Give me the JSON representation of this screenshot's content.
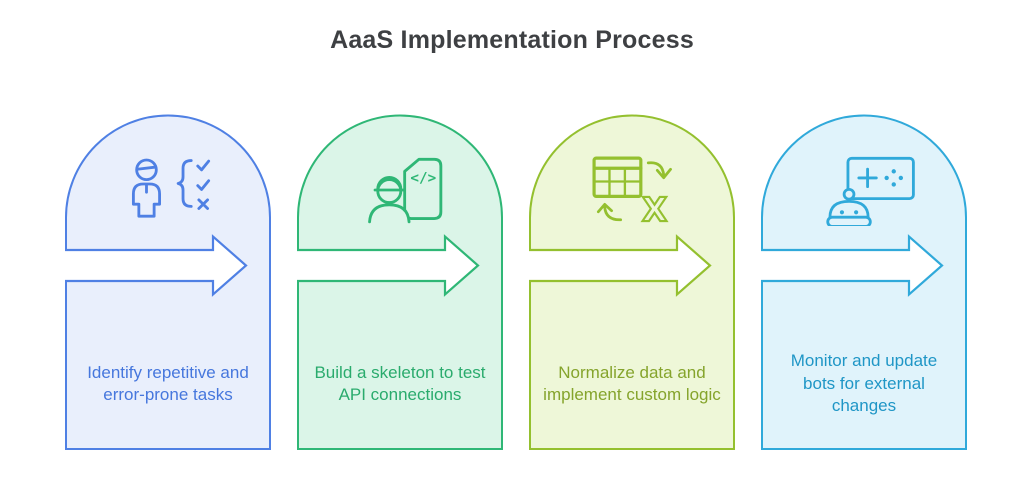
{
  "title": "AaaS Implementation Process",
  "title_color": "#3e4043",
  "background_color": "#ffffff",
  "steps": [
    {
      "label": "Identify repetitive and error-prone tasks",
      "icon": "person-checklist-icon",
      "accent_color": "#4f80e4",
      "fill_color": "#e9effc",
      "text_color": "#4677dd"
    },
    {
      "label": "Build a skeleton to test API connections",
      "icon": "engineer-code-document-icon",
      "icon_glyph": "</>",
      "accent_color": "#2fb776",
      "fill_color": "#dbf5e8",
      "text_color": "#2aab6d"
    },
    {
      "label": "Normalize data and implement custom logic",
      "icon": "table-excel-sync-icon",
      "icon_glyph": "X",
      "accent_color": "#94c02f",
      "fill_color": "#eef7d8",
      "text_color": "#85a42c"
    },
    {
      "label": "Monitor and update bots for external changes",
      "icon": "bot-control-panel-icon",
      "accent_color": "#30a9da",
      "fill_color": "#e0f3fb",
      "text_color": "#1f96c6"
    }
  ]
}
